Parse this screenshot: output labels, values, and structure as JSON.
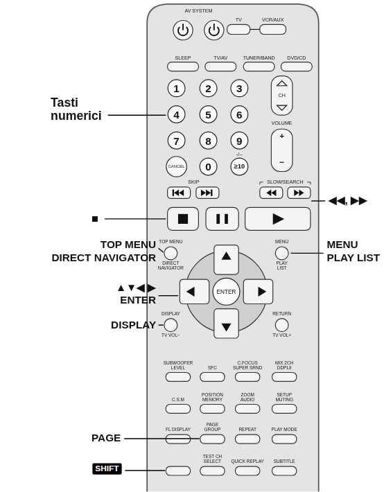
{
  "diagram": {
    "nodes": [
      {
        "text": [
          "1"
        ]
      },
      {
        "text": [
          "2"
        ]
      },
      {
        "text": [
          "3"
        ]
      },
      {
        "text": [
          "4"
        ]
      },
      {
        "text": [
          "5"
        ]
      },
      {
        "text": [
          "6"
        ]
      },
      {
        "text": [
          "7"
        ]
      },
      {
        "text": [
          "8"
        ]
      },
      {
        "text": [
          "9"
        ]
      },
      {
        "text": [
          "CANCEL"
        ]
      },
      {
        "text": [
          "0"
        ]
      },
      {
        "text": [
          "≥10"
        ]
      },
      {
        "text": [
          "ENTER"
        ]
      },
      {
        "text": [
          "SHIFT"
        ]
      }
    ],
    "labels": [
      "AV SYSTEM",
      "TV",
      "VCR/AUX",
      "SLEEP",
      "TV/AV",
      "TUNER/BAND",
      "DVD/CD",
      "CH",
      "VOLUME",
      "+",
      "−",
      "-/--",
      "SKIP",
      "SLOW/SEARCH",
      "TOP MENU",
      "DIRECT NAVIGATOR",
      "MENU",
      "PLAY LIST",
      "DISPLAY",
      "TV VOL−",
      "RETURN",
      "TV VOL+",
      "SUBWOOFER LEVEL",
      "SFC",
      "C.FOCUS SUPER SRND",
      "MIX 2CH DDPLII",
      "C.S.M",
      "POSITION MEMORY",
      "ZOOM AUDIO",
      "SETUP MUTING",
      "FL DISPLAY",
      "PAGE GROUP",
      "REPEAT",
      "PLAY MODE",
      "TEST CH SELECT",
      "QUICK REPLAY",
      "SUBTITLE",
      "Tasti numerici",
      "◀◀, ▶▶",
      "■",
      "TOP MENU",
      "DIRECT NAVIGATOR",
      "MENU",
      "PLAY LIST",
      "▲▼◀ ▶",
      "ENTER",
      "DISPLAY",
      "PAGE"
    ]
  }
}
